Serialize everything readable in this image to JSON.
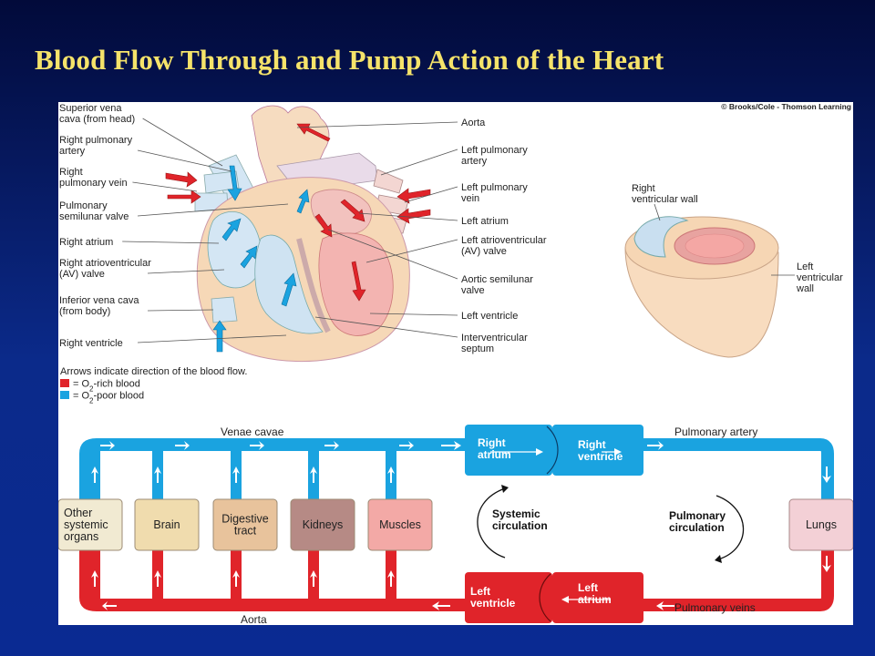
{
  "title": "Blood Flow Through and Pump Action of the Heart",
  "credit": "© Brooks/Cole - Thomson Learning",
  "heart_labels_left": [
    [
      "Superior vena",
      "cava (from head)"
    ],
    [
      "Right pulmonary",
      "artery"
    ],
    [
      "Right",
      "pulmonary vein"
    ],
    [
      "Pulmonary",
      "semilunar valve"
    ],
    [
      "Right atrium"
    ],
    [
      "Right atrioventricular",
      "(AV) valve"
    ],
    [
      "Inferior vena cava",
      "(from body)"
    ],
    [
      "Right ventricle"
    ]
  ],
  "heart_labels_right": [
    [
      "Aorta"
    ],
    [
      "Left pulmonary",
      "artery"
    ],
    [
      "Left pulmonary",
      "vein"
    ],
    [
      "Left atrium"
    ],
    [
      "Left atrioventricular",
      "(AV) valve"
    ],
    [
      "Aortic semilunar",
      "valve"
    ],
    [
      "Left ventricle"
    ],
    [
      "Interventricular",
      "septum"
    ]
  ],
  "wall_labels": {
    "right_wall": [
      "Right",
      "ventricular wall"
    ],
    "left_wall": [
      "Left",
      "ventricular",
      "wall"
    ]
  },
  "legend": {
    "intro": "Arrows indicate direction of the blood flow.",
    "rich_prefix": "= O",
    "rich_sub": "2",
    "rich_suffix": "-rich blood",
    "poor_prefix": "= O",
    "poor_sub": "2",
    "poor_suffix": "-poor blood"
  },
  "circuit": {
    "venae_cavae": "Venae cavae",
    "aorta": "Aorta",
    "pulmonary_artery": "Pulmonary artery",
    "pulmonary_veins": "Pulmonary veins",
    "right_atrium": [
      "Right",
      "atrium"
    ],
    "right_ventricle": [
      "Right",
      "ventricle"
    ],
    "left_ventricle": [
      "Left",
      "ventricle"
    ],
    "left_atrium": [
      "Left",
      "atrium"
    ],
    "systemic": [
      "Systemic",
      "circulation"
    ],
    "pulmonary": [
      "Pulmonary",
      "circulation"
    ],
    "organs": [
      {
        "label": [
          "Other",
          "systemic",
          "organs"
        ],
        "color": "#f1ead2"
      },
      {
        "label": [
          "Brain"
        ],
        "color": "#f0dcae"
      },
      {
        "label": [
          "Digestive",
          "tract"
        ],
        "color": "#e8c39c"
      },
      {
        "label": [
          "Kidneys"
        ],
        "color": "#b68a85"
      },
      {
        "label": [
          "Muscles"
        ],
        "color": "#f3a9a6"
      }
    ],
    "lungs": [
      "Lungs"
    ]
  },
  "colors": {
    "o2_rich": "#e0242a",
    "o2_poor": "#1aa3e0",
    "title": "#f5e36a",
    "heart_chamber": "#cfe3f2",
    "heart_muscle": "#f6d8b7"
  }
}
